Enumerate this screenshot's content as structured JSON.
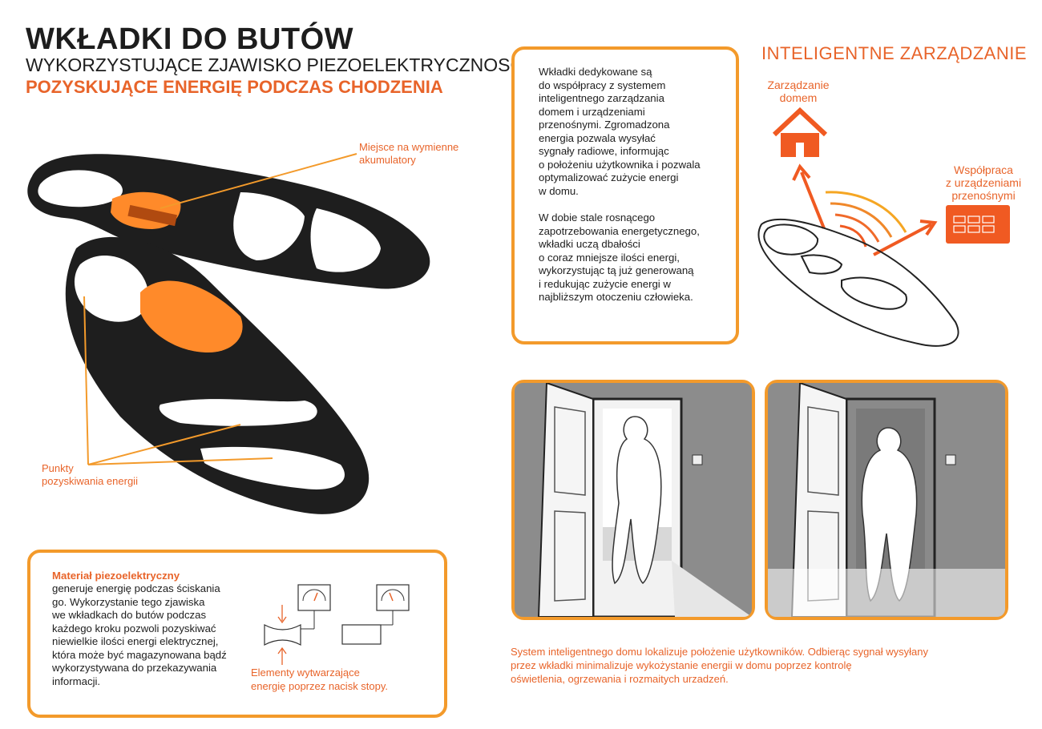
{
  "header": {
    "title": "WKŁADKI DO BUTÓW",
    "subtitle": "WYKORZYSTUJĄCE ZJAWISKO PIEZOELEKTRYCZNOSCI",
    "subtitle2": "POZYSKUJĄCE ENERGIĘ PODCZAS CHODZENIA"
  },
  "insoles": {
    "label_battery": "Miejsce na wymienne\nakumulatory",
    "label_points": "Punkty\npozyskiwania energii"
  },
  "material": {
    "heading": "Materiał piezoelektryczny",
    "text": "generuje energię podczas ściskania\ngo. Wykorzystanie tego zjawiska\nwe wkładkach do butów podczas\nkażdego kroku pozwoli pozyskiwać\nniewielkie ilości energi elektrycznej,\nktóra może być magazynowana bądź\nwykorzystywana do przekazywania\ninformacji.",
    "caption": "Elementy wytwarzające\nenergię poprzez nacisk stopy."
  },
  "info": {
    "paragraph1": "Wkładki dedykowane są\ndo współpracy z systemem\ninteligentnego zarządzania\ndomem i urządzeniami\nprzenośnymi. Zgromadzona\nenergia pozwala wysyłać\nsygnały radiowe, informując\no położeniu użytkownika i pozwala\noptymalizować zużycie energi\nw domu.",
    "paragraph2": "W dobie stale rosnącego\nzapotrzebowania energetycznego,\nwkładki uczą dbałości\no coraz mniejsze ilości energi,\nwykorzystując tą już generowaną\ni redukując zużycie energi w\nnajbliższym otoczeniu człowieka."
  },
  "smart": {
    "title": "INTELIGENTNE ZARZĄDZANIE",
    "home_label": "Zarządzanie\ndomem",
    "devices_label": "Współpraca\nz urządzeniami\nprzenośnymi"
  },
  "scenes": {
    "caption": "System inteligentnego domu lokalizuje położenie użytkowników. Odbierąc sygnał wysyłany\nprzez wkładki minimalizuje wykożystanie energii w domu poprzez kontrolę\noświetlenia, ogrzewania i rozmaitych urzadzeń."
  },
  "colors": {
    "accent": "#e8642a",
    "frame": "#f39a2b",
    "insole": "#1e1e1e",
    "gel": "#ff8a2a"
  }
}
